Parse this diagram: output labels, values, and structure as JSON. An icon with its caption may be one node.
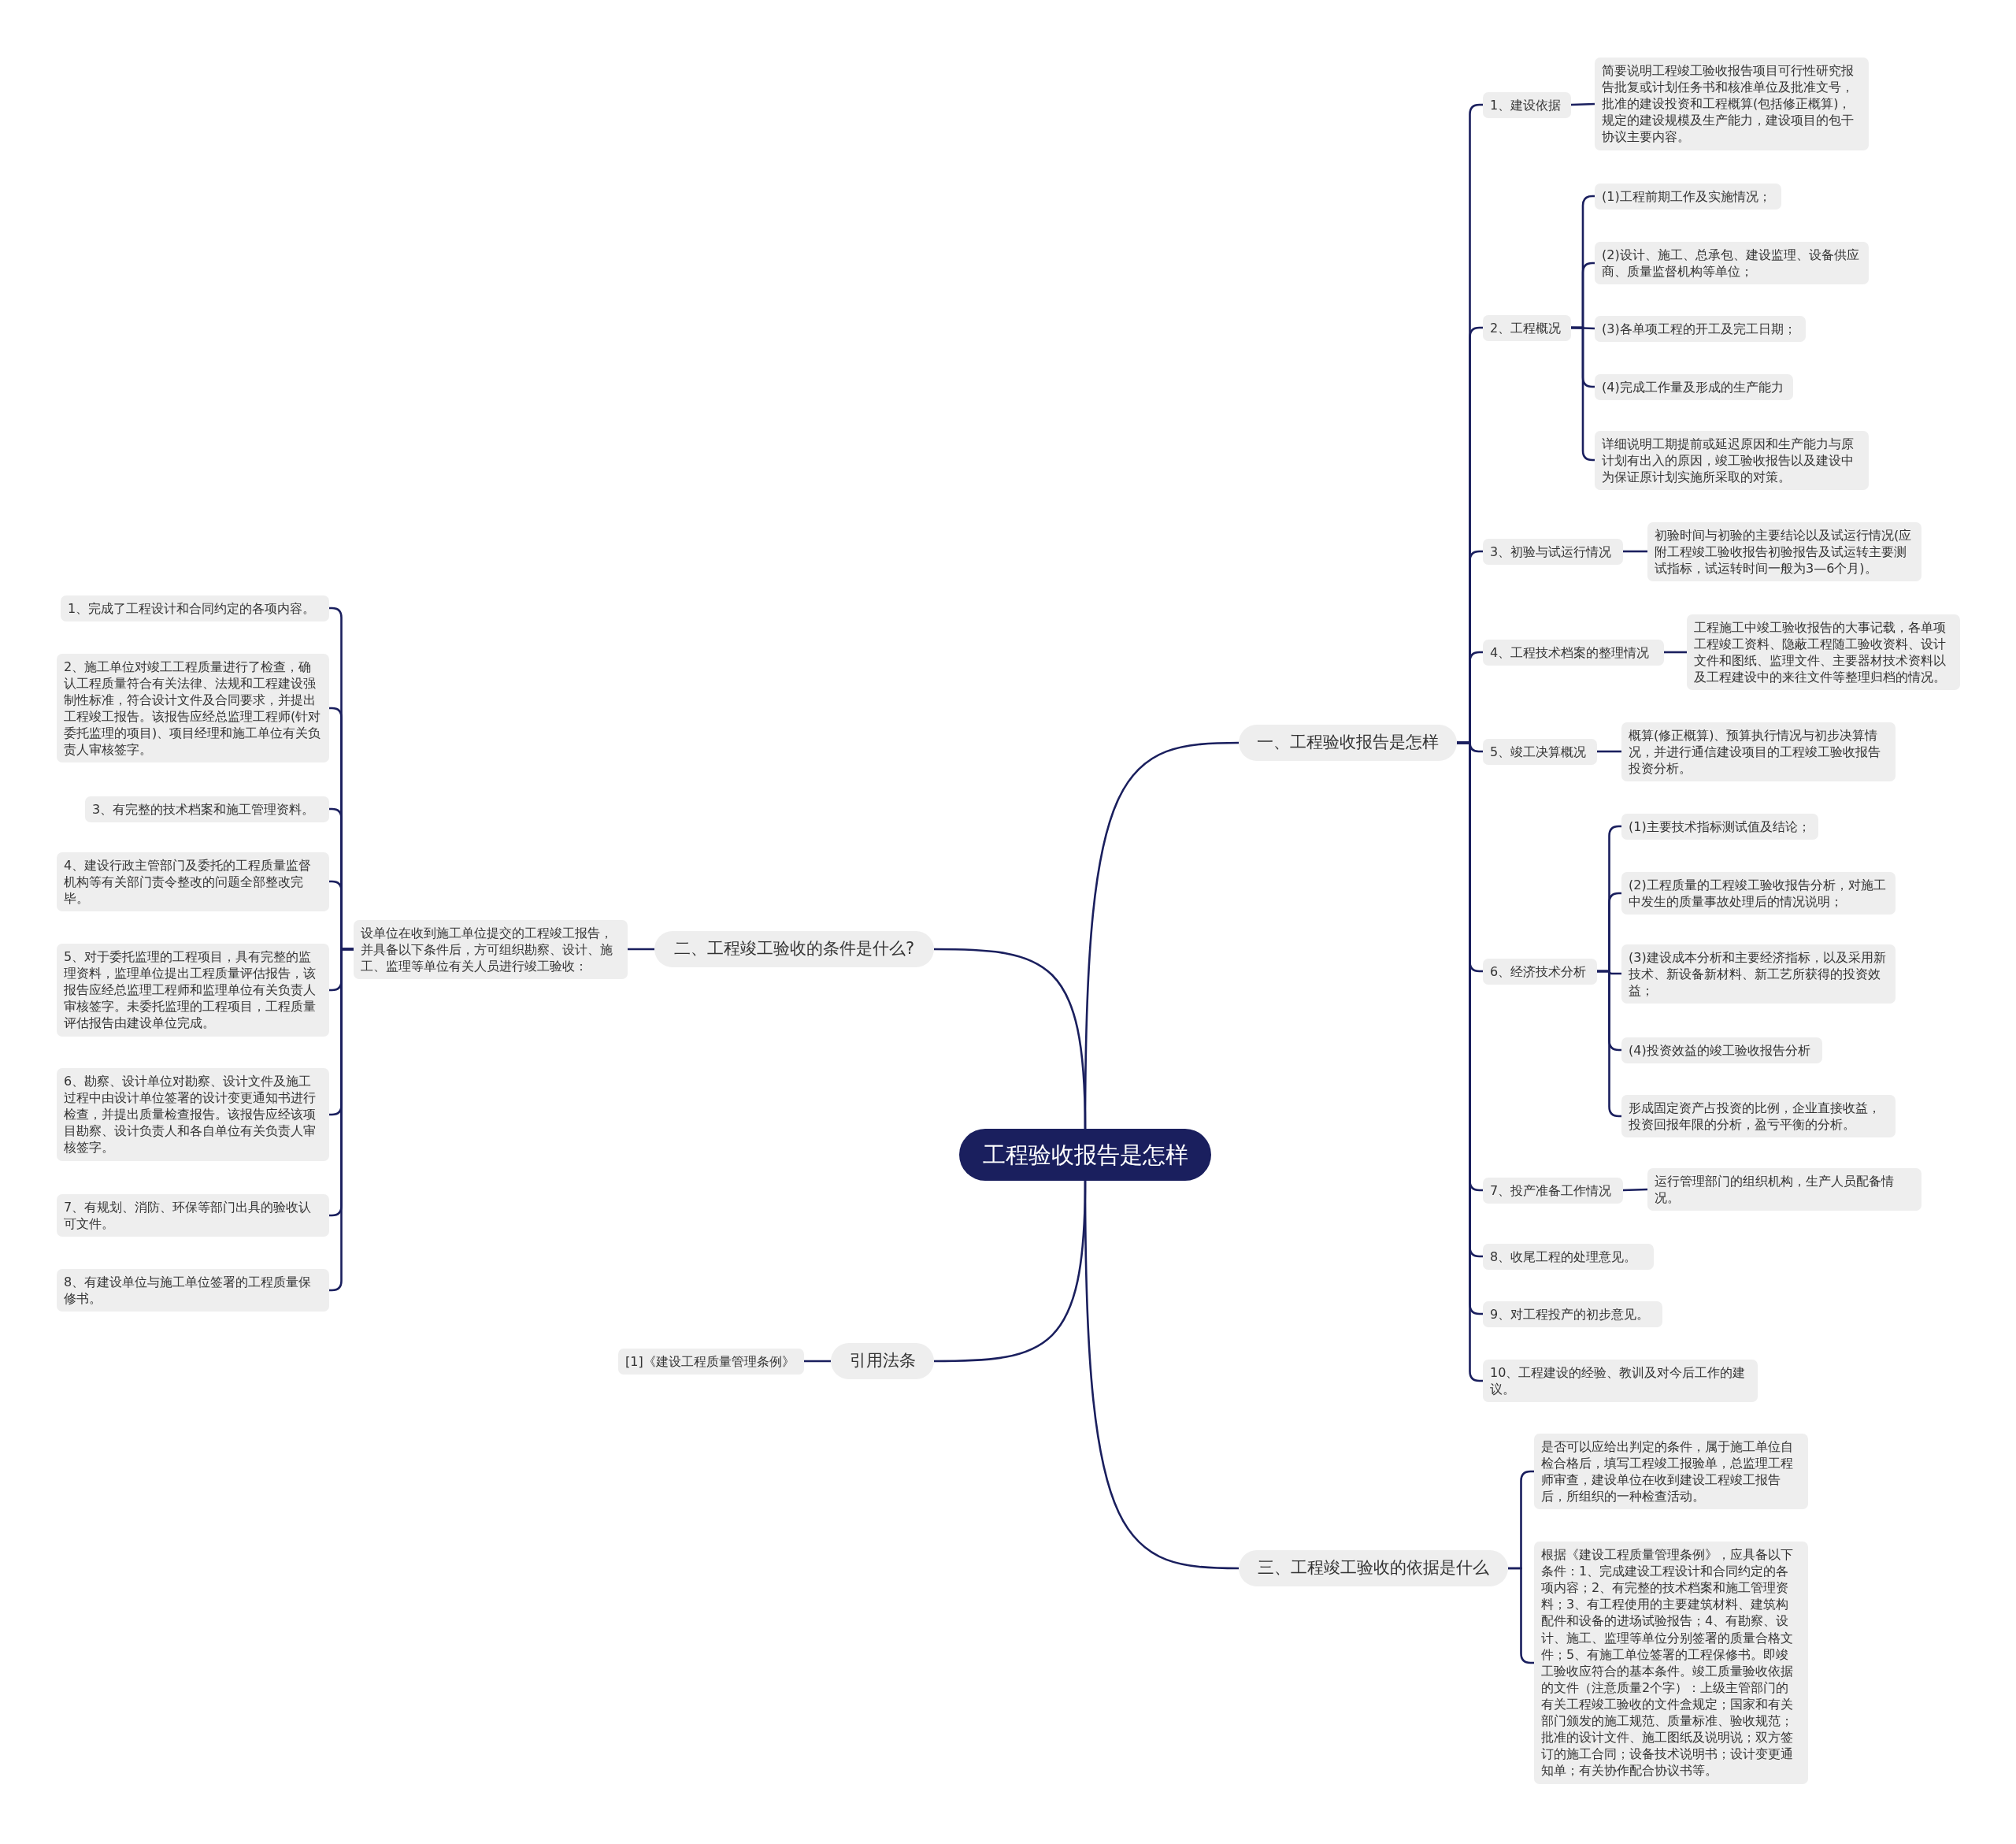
{
  "diagram": {
    "nodes": [
      {
        "text": [
          "工程验收报告是怎样"
        ]
      },
      {
        "text": [
          "一、工程验收报告是怎样"
        ]
      },
      {
        "text": [
          "1、建设依据"
        ]
      },
      {
        "text": [
          "简要说明工程竣工验收报告项目可行性研究报告批复或计划任务书和核准单位及批准文号，批准的建设投资和工程概算(包括修正概算)，规定的建设规模及生产能力，建设项目的包干协议主要内容。"
        ]
      },
      {
        "text": [
          "2、工程概况"
        ]
      },
      {
        "text": [
          "(1)工程前期工作及实施情况；"
        ]
      },
      {
        "text": [
          "(2)设计、施工、总承包、建设监理、设备供应商、质量监督机构等单位；"
        ]
      },
      {
        "text": [
          "(3)各单项工程的开工及完工日期；"
        ]
      },
      {
        "text": [
          "(4)完成工作量及形成的生产能力"
        ]
      },
      {
        "text": [
          "详细说明工期提前或延迟原因和生产能力与原计划有出入的原因，竣工验收报告以及建设中为保证原计划实施所采取的对策。"
        ]
      },
      {
        "text": [
          "3、初验与试运行情况"
        ]
      },
      {
        "text": [
          "初验时间与初验的主要结论以及试运行情况(应附工程竣工验收报告初验报告及试运转主要测试指标，试运转时间一般为3—6个月)。"
        ]
      },
      {
        "text": [
          "4、工程技术档案的整理情况"
        ]
      },
      {
        "text": [
          "工程施工中竣工验收报告的大事记载，各单项工程竣工资料、隐蔽工程随工验收资料、设计文件和图纸、监理文件、主要器材技术资料以及工程建设中的来往文件等整理归档的情况。"
        ]
      },
      {
        "text": [
          "5、竣工决算概况"
        ]
      },
      {
        "text": [
          "概算(修正概算)、预算执行情况与初步决算情况，并进行通信建设项目的工程竣工验收报告投资分析。"
        ]
      },
      {
        "text": [
          "6、经济技术分析"
        ]
      },
      {
        "text": [
          "(1)主要技术指标测试值及结论；"
        ]
      },
      {
        "text": [
          "(2)工程质量的工程竣工验收报告分析，对施工中发生的质量事故处理后的情况说明；"
        ]
      },
      {
        "text": [
          "(3)建设成本分析和主要经济指标，以及采用新技术、新设备新材料、新工艺所获得的投资效益；"
        ]
      },
      {
        "text": [
          "(4)投资效益的竣工验收报告分析"
        ]
      },
      {
        "text": [
          "形成固定资产占投资的比例，企业直接收益，投资回报年限的分析，盈亏平衡的分析。"
        ]
      },
      {
        "text": [
          "7、投产准备工作情况"
        ]
      },
      {
        "text": [
          "运行管理部门的组织机构，生产人员配备情况。"
        ]
      },
      {
        "text": [
          "8、收尾工程的处理意见。"
        ]
      },
      {
        "text": [
          "9、对工程投产的初步意见。"
        ]
      },
      {
        "text": [
          "10、工程建设的经验、教训及对今后工作的建议。"
        ]
      },
      {
        "text": [
          "三、工程竣工验收的依据是什么"
        ]
      },
      {
        "text": [
          "是否可以应给出判定的条件，属于施工单位自检合格后，填写工程竣工报验单，总监理工程师审查，建设单位在收到建设工程竣工报告后，所组织的一种检查活动。"
        ]
      },
      {
        "text": [
          "根据《建设工程质量管理条例》，应具备以下条件：1、完成建设工程设计和合同约定的各项内容；2、有完整的技术档案和施工管理资料；3、有工程使用的主要建筑材料、建筑构配件和设备的进场试验报告；4、有勘察、设计、施工、监理等单位分别签署的质量合格文件；5、有施工单位签署的工程保修书。即竣工验收应符合的基本条件。竣工质量验收依据的文件（注意质量2个字）：上级主管部门的有关工程竣工验收的文件盒规定；国家和有关部门颁发的施工规范、质量标准、验收规范；批准的设计文件、施工图纸及说明说；双方签订的施工合同；设备技术说明书；设计变更通知单；有关协作配合协议书等。"
        ]
      },
      {
        "text": [
          "二、工程竣工验收的条件是什么?"
        ]
      },
      {
        "text": [
          "设单位在收到施工单位提交的工程竣工报告，并具备以下条件后，方可组织勘察、设计、施工、监理等单位有关人员进行竣工验收："
        ]
      },
      {
        "text": [
          "1、完成了工程设计和合同约定的各项内容。"
        ]
      },
      {
        "text": [
          "2、施工单位对竣工工程质量进行了检查，确认工程质量符合有关法律、法规和工程建设强制性标准，符合设计文件及合同要求，并提出工程竣工报告。该报告应经总监理工程师(针对委托监理的项目)、项目经理和施工单位有关负责人审核签字。"
        ]
      },
      {
        "text": [
          "3、有完整的技术档案和施工管理资料。"
        ]
      },
      {
        "text": [
          "4、建设行政主管部门及委托的工程质量监督机构等有关部门责令整改的问题全部整改完毕。"
        ]
      },
      {
        "text": [
          "5、对于委托监理的工程项目，具有完整的监理资料，监理单位提出工程质量评估报告，该报告应经总监理工程师和监理单位有关负责人审核签字。未委托监理的工程项目，工程质量评估报告由建设单位完成。"
        ]
      },
      {
        "text": [
          "6、勘察、设计单位对勘察、设计文件及施工过程中由设计单位签署的设计变更通知书进行检查，并提出质量检查报告。该报告应经该项目勘察、设计负责人和各自单位有关负责人审核签字。"
        ]
      },
      {
        "text": [
          "7、有规划、消防、环保等部门出具的验收认可文件。"
        ]
      },
      {
        "text": [
          "8、有建设单位与施工单位签署的工程质量保修书。"
        ]
      },
      {
        "text": [
          "引用法条"
        ]
      },
      {
        "text": [
          "[1]《建设工程质量管理条例》"
        ]
      }
    ],
    "edges": [
      {
        "from": 0,
        "to": 1,
        "arrow": "none"
      },
      {
        "from": 1,
        "to": 2,
        "arrow": "none"
      },
      {
        "from": 2,
        "to": 3,
        "arrow": "none"
      },
      {
        "from": 1,
        "to": 4,
        "arrow": "none"
      },
      {
        "from": 4,
        "to": 5,
        "arrow": "none"
      },
      {
        "from": 4,
        "to": 6,
        "arrow": "none"
      },
      {
        "from": 4,
        "to": 7,
        "arrow": "none"
      },
      {
        "from": 4,
        "to": 8,
        "arrow": "none"
      },
      {
        "from": 4,
        "to": 9,
        "arrow": "none"
      },
      {
        "from": 1,
        "to": 10,
        "arrow": "none"
      },
      {
        "from": 10,
        "to": 11,
        "arrow": "none"
      },
      {
        "from": 1,
        "to": 12,
        "arrow": "none"
      },
      {
        "from": 12,
        "to": 13,
        "arrow": "none"
      },
      {
        "from": 1,
        "to": 14,
        "arrow": "none"
      },
      {
        "from": 14,
        "to": 15,
        "arrow": "none"
      },
      {
        "from": 1,
        "to": 16,
        "arrow": "none"
      },
      {
        "from": 16,
        "to": 17,
        "arrow": "none"
      },
      {
        "from": 16,
        "to": 18,
        "arrow": "none"
      },
      {
        "from": 16,
        "to": 19,
        "arrow": "none"
      },
      {
        "from": 16,
        "to": 20,
        "arrow": "none"
      },
      {
        "from": 16,
        "to": 21,
        "arrow": "none"
      },
      {
        "from": 1,
        "to": 22,
        "arrow": "none"
      },
      {
        "from": 22,
        "to": 23,
        "arrow": "none"
      },
      {
        "from": 1,
        "to": 24,
        "arrow": "none"
      },
      {
        "from": 1,
        "to": 25,
        "arrow": "none"
      },
      {
        "from": 1,
        "to": 26,
        "arrow": "none"
      },
      {
        "from": 0,
        "to": 27,
        "arrow": "none"
      },
      {
        "from": 27,
        "to": 28,
        "arrow": "none"
      },
      {
        "from": 27,
        "to": 29,
        "arrow": "none"
      },
      {
        "from": 0,
        "to": 30,
        "arrow": "none"
      },
      {
        "from": 30,
        "to": 31,
        "arrow": "none"
      },
      {
        "from": 31,
        "to": 32,
        "arrow": "none"
      },
      {
        "from": 31,
        "to": 33,
        "arrow": "none"
      },
      {
        "from": 31,
        "to": 34,
        "arrow": "none"
      },
      {
        "from": 31,
        "to": 35,
        "arrow": "none"
      },
      {
        "from": 31,
        "to": 36,
        "arrow": "none"
      },
      {
        "from": 31,
        "to": 37,
        "arrow": "none"
      },
      {
        "from": 31,
        "to": 38,
        "arrow": "none"
      },
      {
        "from": 31,
        "to": 39,
        "arrow": "none"
      },
      {
        "from": 0,
        "to": 40,
        "arrow": "none"
      },
      {
        "from": 40,
        "to": 41,
        "arrow": "none"
      }
    ]
  }
}
